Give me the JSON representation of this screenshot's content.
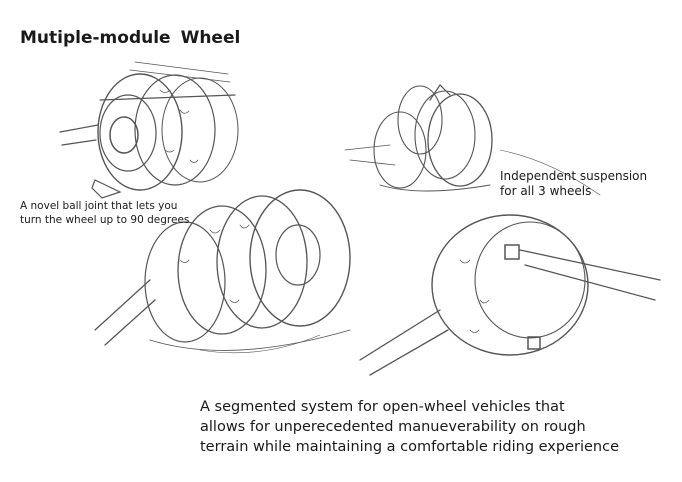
{
  "title": {
    "regular": "Mutiple-module",
    "bold": "Wheel"
  },
  "annotations": {
    "ball_joint": [
      "A novel ball joint that lets you",
      "turn the wheel up to 90 degrees"
    ],
    "suspension": [
      "Independent suspension",
      "for all 3 wheels"
    ]
  },
  "caption": [
    "A segmented system for open-wheel  vehicles that",
    "allows for unperecedented manueverability  on rough",
    "terrain while maintaining a comfortable riding experience"
  ],
  "colors": {
    "ink": "#1a1a1a",
    "pencil": "#555555",
    "background": "#ffffff"
  }
}
